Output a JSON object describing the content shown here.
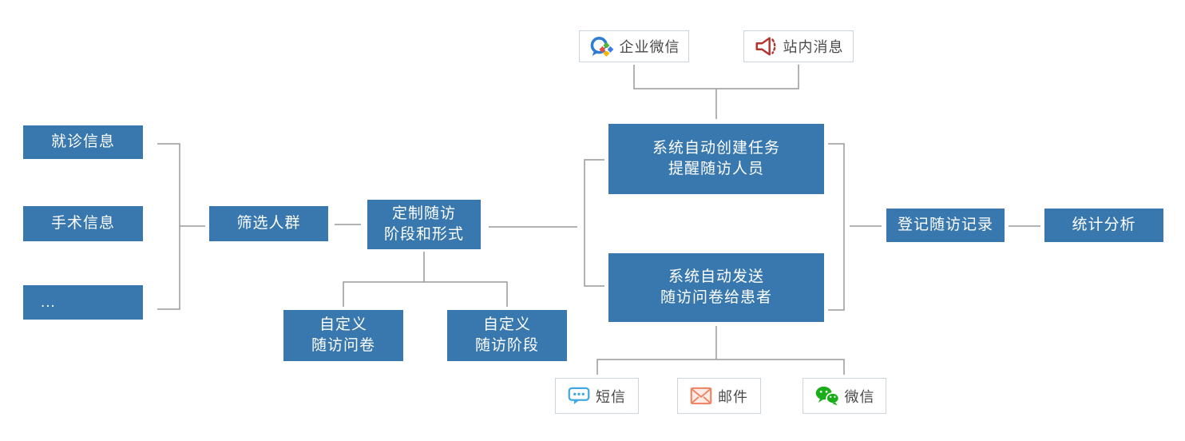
{
  "palette": {
    "node_blue": "#3878ae",
    "node_text": "#ffffff",
    "connector_gray": "#999999",
    "channel_text": "#4a4a4a",
    "channel_border": "#ccd4dd",
    "wecom_blue": "#2d7dd2",
    "site_message_red": "#b5332c",
    "sms_blue": "#41a8e1",
    "email_orange": "#ef8160",
    "wechat_green": "#1aad19"
  },
  "flow": {
    "sources": [
      {
        "label": "就诊信息"
      },
      {
        "label": "手术信息"
      },
      {
        "label": "..."
      }
    ],
    "filter": {
      "label": "筛选人群"
    },
    "customize": {
      "label": "定制随访\n阶段和形式"
    },
    "custom_children": [
      {
        "label": "自定义\n随访问卷"
      },
      {
        "label": "自定义\n随访阶段"
      }
    ],
    "auto_task": {
      "label": "系统自动创建任务\n提醒随访人员"
    },
    "auto_send": {
      "label": "系统自动发送\n随访问卷给患者"
    },
    "register": {
      "label": "登记随访记录"
    },
    "stats": {
      "label": "统计分析"
    }
  },
  "notify_channels": [
    {
      "label": "企业微信",
      "icon": "wecom-icon"
    },
    {
      "label": "站内消息",
      "icon": "site-message-icon"
    }
  ],
  "send_channels": [
    {
      "label": "短信",
      "icon": "sms-icon"
    },
    {
      "label": "邮件",
      "icon": "email-icon"
    },
    {
      "label": "微信",
      "icon": "wechat-icon"
    }
  ]
}
